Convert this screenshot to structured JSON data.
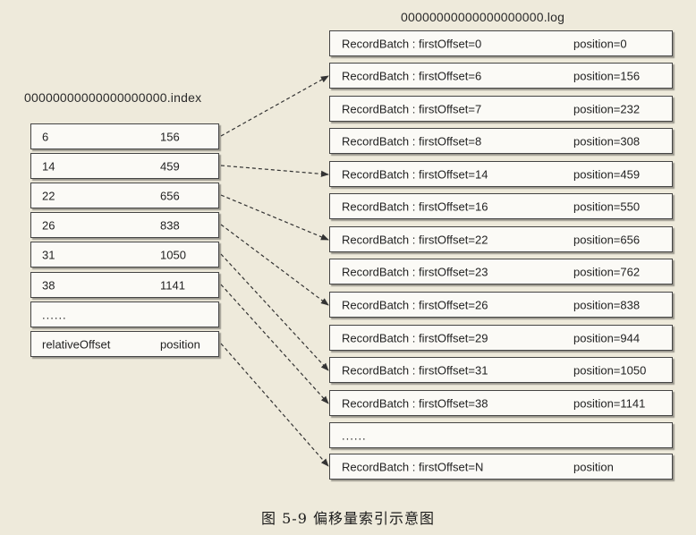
{
  "index_file": {
    "title": "00000000000000000000.index",
    "rows": [
      {
        "offset": "6",
        "position": "156"
      },
      {
        "offset": "14",
        "position": "459"
      },
      {
        "offset": "22",
        "position": "656"
      },
      {
        "offset": "26",
        "position": "838"
      },
      {
        "offset": "31",
        "position": "1050"
      },
      {
        "offset": "38",
        "position": "1141"
      }
    ],
    "ellipsis": "......",
    "header": {
      "offset": "relativeOffset",
      "position": "position"
    }
  },
  "log_file": {
    "title": "00000000000000000000.log",
    "rows": [
      {
        "batch": "RecordBatch : firstOffset=0",
        "position": "position=0"
      },
      {
        "batch": "RecordBatch : firstOffset=6",
        "position": "position=156"
      },
      {
        "batch": "RecordBatch : firstOffset=7",
        "position": "position=232"
      },
      {
        "batch": "RecordBatch : firstOffset=8",
        "position": "position=308"
      },
      {
        "batch": "RecordBatch : firstOffset=14",
        "position": "position=459"
      },
      {
        "batch": "RecordBatch : firstOffset=16",
        "position": "position=550"
      },
      {
        "batch": "RecordBatch : firstOffset=22",
        "position": "position=656"
      },
      {
        "batch": "RecordBatch : firstOffset=23",
        "position": "position=762"
      },
      {
        "batch": "RecordBatch : firstOffset=26",
        "position": "position=838"
      },
      {
        "batch": "RecordBatch : firstOffset=29",
        "position": "position=944"
      },
      {
        "batch": "RecordBatch : firstOffset=31",
        "position": "position=1050"
      },
      {
        "batch": "RecordBatch : firstOffset=38",
        "position": "position=1141"
      }
    ],
    "ellipsis": "......",
    "last": {
      "batch": "RecordBatch : firstOffset=N",
      "position": "position"
    }
  },
  "connections": [
    {
      "from": "6",
      "to": "firstOffset=6"
    },
    {
      "from": "14",
      "to": "firstOffset=14"
    },
    {
      "from": "22",
      "to": "firstOffset=22"
    },
    {
      "from": "26",
      "to": "firstOffset=26"
    },
    {
      "from": "31",
      "to": "firstOffset=31"
    },
    {
      "from": "38",
      "to": "firstOffset=38"
    },
    {
      "from": "relativeOffset",
      "to": "firstOffset=N"
    }
  ],
  "caption": "图 5-9   偏移量索引示意图"
}
